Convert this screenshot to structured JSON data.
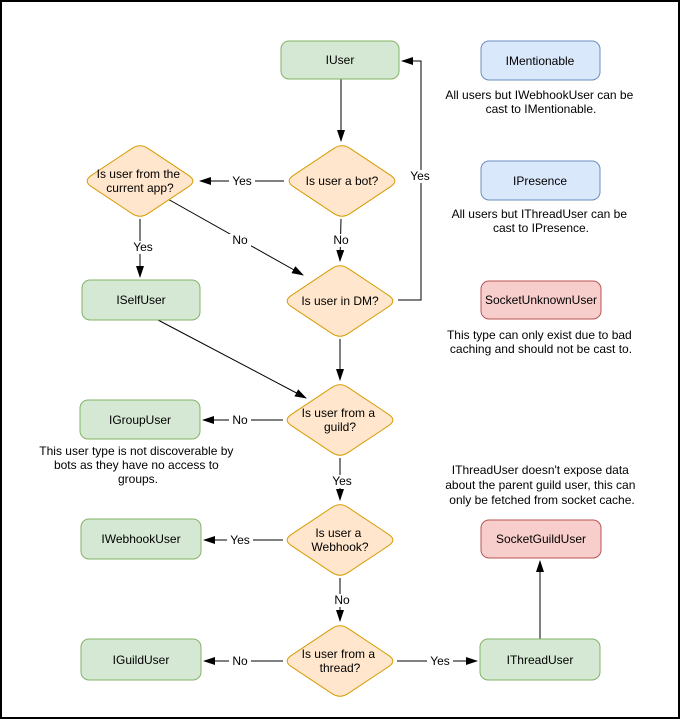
{
  "diagram": {
    "type": "flowchart",
    "nodes": [
      {
        "id": "iuser",
        "label": "IUser",
        "color": "green"
      },
      {
        "id": "imentionable",
        "label": "IMentionable",
        "color": "blue"
      },
      {
        "id": "ipresence",
        "label": "IPresence",
        "color": "blue"
      },
      {
        "id": "socket-unknown-user",
        "label": "SocketUnknownUser",
        "color": "red"
      },
      {
        "id": "iselfuser",
        "label": "ISelfUser",
        "color": "green"
      },
      {
        "id": "igroupuser",
        "label": "IGroupUser",
        "color": "green"
      },
      {
        "id": "iwebhookuser",
        "label": "IWebhookUser",
        "color": "green"
      },
      {
        "id": "iguilduser",
        "label": "IGuildUser",
        "color": "green"
      },
      {
        "id": "ithreaduser",
        "label": "IThreadUser",
        "color": "green"
      },
      {
        "id": "socket-guild-user",
        "label": "SocketGuildUser",
        "color": "red"
      }
    ],
    "decisions": [
      {
        "id": "is-bot",
        "lines": [
          "Is user a bot?"
        ]
      },
      {
        "id": "is-current-app",
        "lines": [
          "Is user from the",
          "current app?"
        ]
      },
      {
        "id": "is-dm",
        "lines": [
          "Is user in DM?"
        ]
      },
      {
        "id": "is-guild",
        "lines": [
          "Is user from a",
          "guild?"
        ]
      },
      {
        "id": "is-webhook",
        "lines": [
          "Is user a",
          "Webhook?"
        ]
      },
      {
        "id": "is-thread",
        "lines": [
          "Is user from a",
          "thread?"
        ]
      }
    ],
    "edges": [
      {
        "from": "iuser",
        "to": "is-bot",
        "label": ""
      },
      {
        "from": "is-bot",
        "to": "is-current-app",
        "label": "Yes"
      },
      {
        "from": "is-bot",
        "to": "is-dm",
        "label": "No"
      },
      {
        "from": "is-current-app",
        "to": "is-dm",
        "label": "No"
      },
      {
        "from": "is-current-app",
        "to": "iselfuser",
        "label": "Yes"
      },
      {
        "from": "is-dm",
        "to": "iuser",
        "label": "Yes"
      },
      {
        "from": "is-dm",
        "to": "is-guild",
        "label": ""
      },
      {
        "from": "iselfuser",
        "to": "is-guild",
        "label": ""
      },
      {
        "from": "is-guild",
        "to": "igroupuser",
        "label": "No"
      },
      {
        "from": "is-guild",
        "to": "is-webhook",
        "label": "Yes"
      },
      {
        "from": "is-webhook",
        "to": "iwebhookuser",
        "label": "Yes"
      },
      {
        "from": "is-webhook",
        "to": "is-thread",
        "label": "No"
      },
      {
        "from": "is-thread",
        "to": "iguilduser",
        "label": "No"
      },
      {
        "from": "is-thread",
        "to": "ithreaduser",
        "label": "Yes"
      },
      {
        "from": "ithreaduser",
        "to": "socket-guild-user",
        "label": ""
      }
    ],
    "notes": [
      {
        "anchor": "imentionable",
        "lines": [
          "All users but IWebhookUser can be",
          "cast to IMentionable."
        ]
      },
      {
        "anchor": "ipresence",
        "lines": [
          "All users but IThreadUser can be",
          "cast to IPresence."
        ]
      },
      {
        "anchor": "socket-unknown-user",
        "lines": [
          "This type can only exist due to bad",
          "caching and should not be cast to."
        ]
      },
      {
        "anchor": "igroupuser",
        "lines": [
          "This user type is not discoverable by",
          "bots as they have no access to",
          "groups."
        ]
      },
      {
        "anchor": "socket-guild-user",
        "lines": [
          "IThreadUser doesn't expose data",
          "about the parent guild user, this can",
          "only be fetched from socket cache."
        ]
      }
    ],
    "colors": {
      "green_fill": "#d5e8d4",
      "green_stroke": "#82b366",
      "blue_fill": "#dae8fc",
      "blue_stroke": "#6c8ebf",
      "orange_fill": "#ffe6cc",
      "orange_stroke": "#d79b00",
      "red_fill": "#f8cecc",
      "red_stroke": "#b85450",
      "edge_color": "#000000",
      "background": "#ffffff",
      "border": "#000000"
    }
  }
}
